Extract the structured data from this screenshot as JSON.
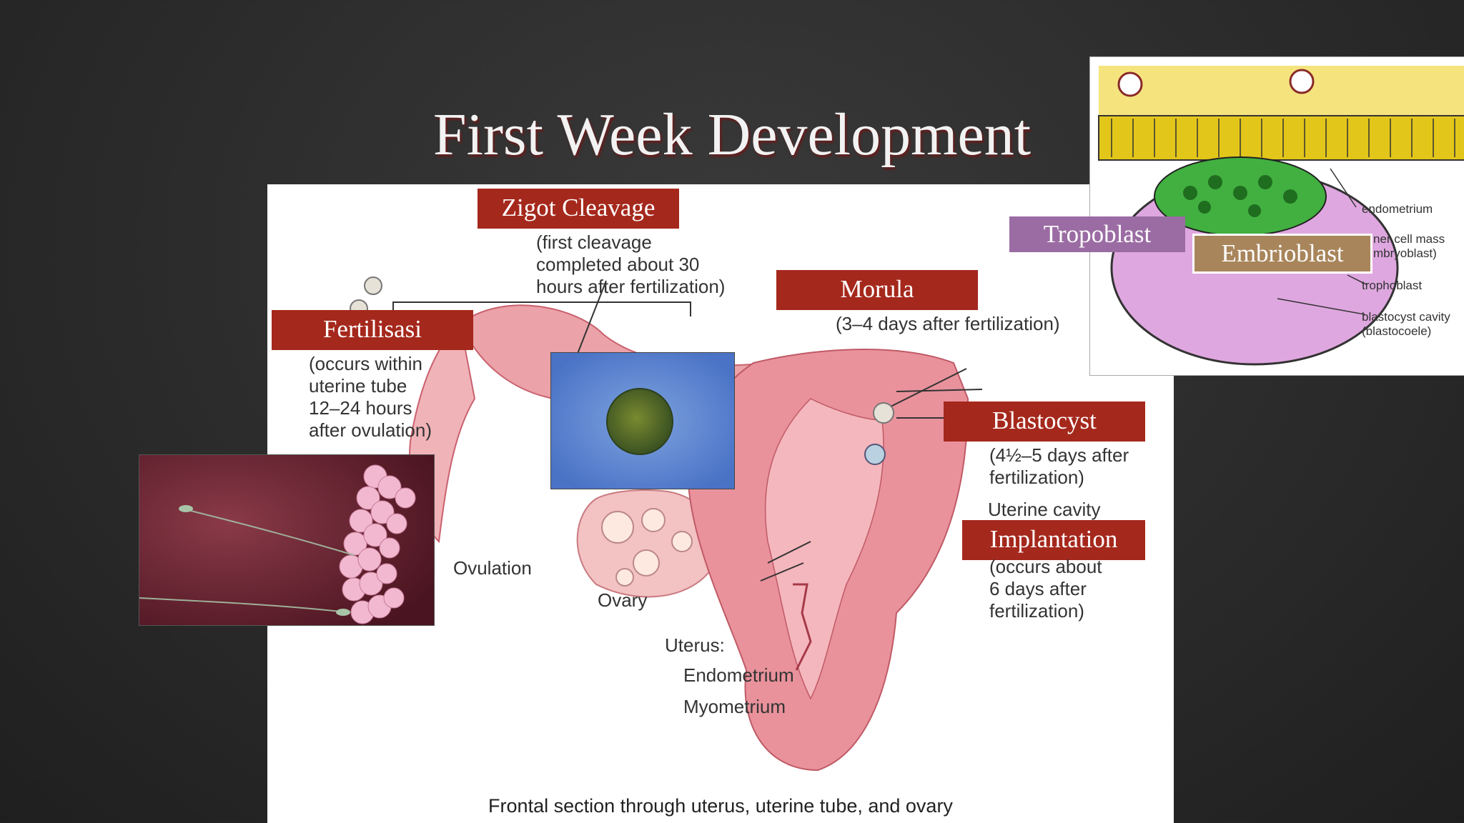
{
  "slide": {
    "title": "First Week Development"
  },
  "diagram": {
    "caption": "Frontal section through uterus, uterine tube, and ovary",
    "stages": {
      "fertilisasi": {
        "label": "Fertilisasi",
        "note": "(occurs within\nuterine tube\n12–24 hours\nafter ovulation)"
      },
      "zigot": {
        "label": "Zigot Cleavage",
        "note": "(first cleavage\ncompleted about 30\nhours after fertilization)"
      },
      "morula": {
        "label": "Morula",
        "note": "(3–4 days after fertilization)"
      },
      "blastocyst": {
        "label": "Blastocyst",
        "note": "(4½–5 days after\nfertilization)"
      },
      "implantation": {
        "label": "Implantation",
        "note": "(occurs about\n6 days after\nfertilization)"
      }
    },
    "anatomy": {
      "ovulation": "Ovulation",
      "ovary": "Ovary",
      "uterine_cavity": "Uterine cavity",
      "uterus": "Uterus:",
      "endometrium": "Endometrium",
      "myometrium": "Myometrium"
    }
  },
  "inset": {
    "tropoblast": "Tropoblast",
    "embrioblast": "Embrioblast",
    "labels": {
      "endometrium": "endometrium",
      "inner_cell_mass": "ner cell mass\nmbryoblast)",
      "trophoblast": "trophoblast",
      "blastocyst_cavity": "blastocyst cavity\n(blastocoele)"
    }
  }
}
